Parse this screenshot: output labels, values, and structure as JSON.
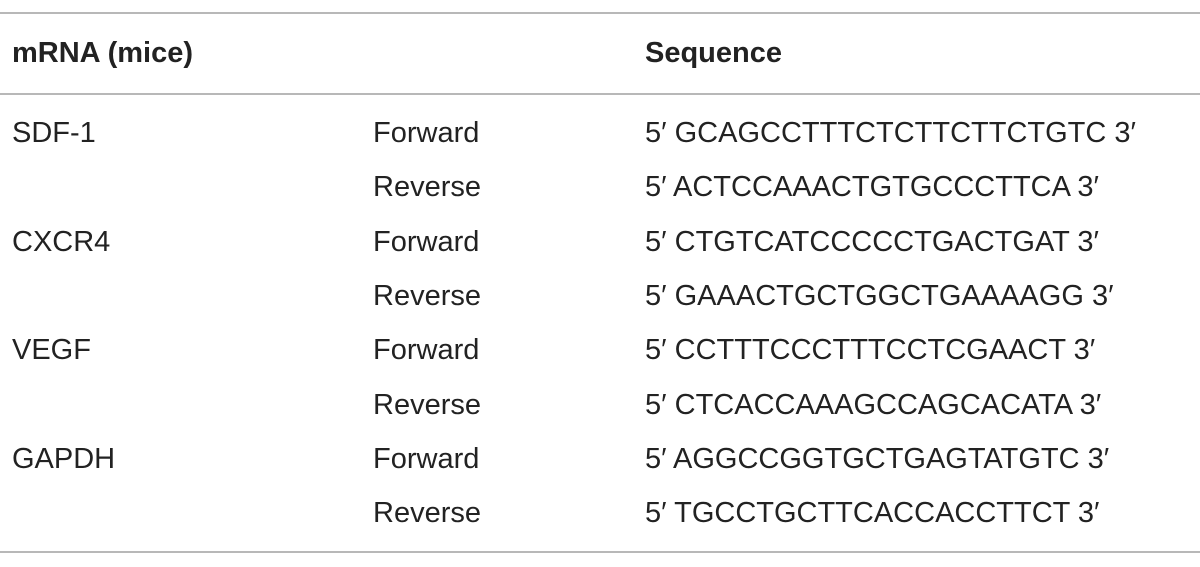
{
  "table": {
    "headers": [
      "mRNA (mice)",
      "",
      "Sequence"
    ],
    "rows": [
      {
        "gene": "SDF-1",
        "direction": "Forward",
        "sequence": "5′ GCAGCCTTTCTCTTCTTCTGTC 3′"
      },
      {
        "gene": "",
        "direction": "Reverse",
        "sequence": "5′ ACTCCAAACTGTGCCCTTCA 3′"
      },
      {
        "gene": "CXCR4",
        "direction": "Forward",
        "sequence": "5′ CTGTCATCCCCCTGACTGAT 3′"
      },
      {
        "gene": "",
        "direction": "Reverse",
        "sequence": "5′ GAAACTGCTGGCTGAAAAGG 3′"
      },
      {
        "gene": "VEGF",
        "direction": "Forward",
        "sequence": "5′ CCTTTCCCTTTCCTCGAACT 3′"
      },
      {
        "gene": "",
        "direction": "Reverse",
        "sequence": "5′ CTCACCAAAGCCAGCACATA 3′"
      },
      {
        "gene": "GAPDH",
        "direction": "Forward",
        "sequence": "5′ AGGCCGGTGCTGAGTATGTC 3′"
      },
      {
        "gene": "",
        "direction": "Reverse",
        "sequence": "5′ TGCCTGCTTCACCACCTTCT 3′"
      }
    ]
  }
}
